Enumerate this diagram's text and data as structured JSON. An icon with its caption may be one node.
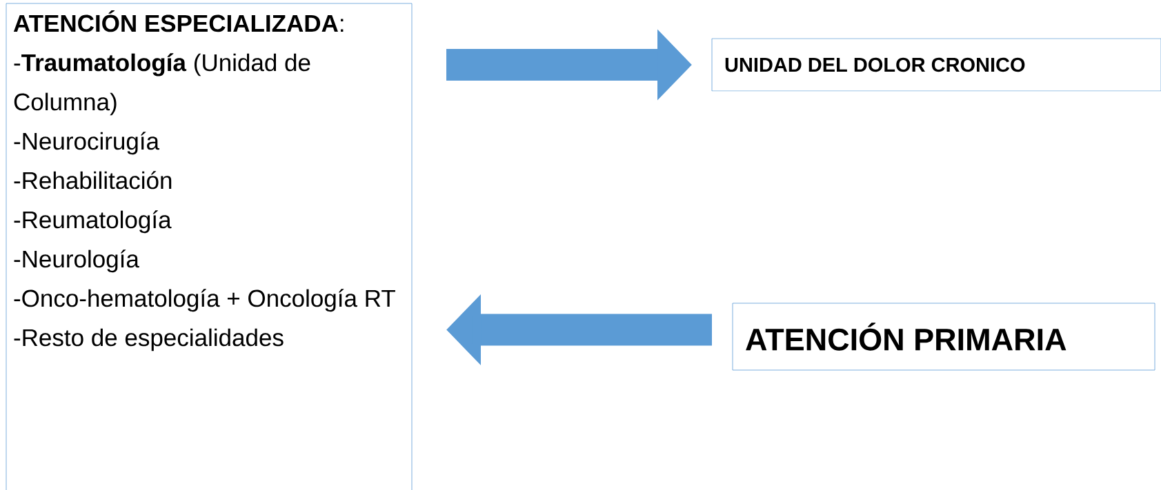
{
  "diagram": {
    "nodes": [
      {
        "text": [
          "**ATENCIÓN ESPECIALIZADA**:",
          "-**Traumatología** (Unidad de Columna)",
          "-Neurocirugía",
          "-Rehabilitación",
          "-Reumatología",
          "-Neurología",
          "-Onco-hematología + Oncología RT",
          "-Resto de especialidades"
        ]
      },
      {
        "text": [
          "UNIDAD DEL DOLOR CRONICO"
        ]
      },
      {
        "text": [
          "ATENCIÓN PRIMARIA"
        ]
      }
    ],
    "edges": [
      {
        "from": 0,
        "to": 1,
        "arrow": "to"
      },
      {
        "from": 2,
        "to": 0,
        "arrow": "to"
      }
    ]
  }
}
